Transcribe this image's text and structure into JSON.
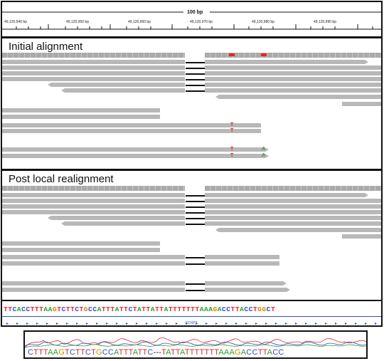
{
  "ruler": {
    "scale_label": "100 bp",
    "ticks": [
      "49,120,940 bp",
      "49,120,950 bp",
      "49,120,960 bp",
      "49,120,970 bp",
      "49,120,980 bp",
      "49,120,990 bp"
    ]
  },
  "panels": {
    "initial_title": "Initial alignment",
    "post_title": "Post local realignment"
  },
  "mismatch_bases": {
    "t": "T",
    "a": "A"
  },
  "reference": {
    "sequence": "TTCACCTTTAAGTCTTCTGCCATTTATTCTATTATTATTTTTTTAAAGACCTTACCTGGCT",
    "gene": "FOXP3"
  },
  "chromatogram": {
    "sequence": "CTTTAAGTCTTCTGCCATTTATTC---TATTATTTTTTTAAAGACCTTACC"
  },
  "colors": {
    "A": "#2aa02a",
    "C": "#2f4fc8",
    "G": "#d08a00",
    "T": "#e0262e",
    "dash": "#111111",
    "read": "#b8b8b8",
    "gene": "#2f4fc8"
  }
}
